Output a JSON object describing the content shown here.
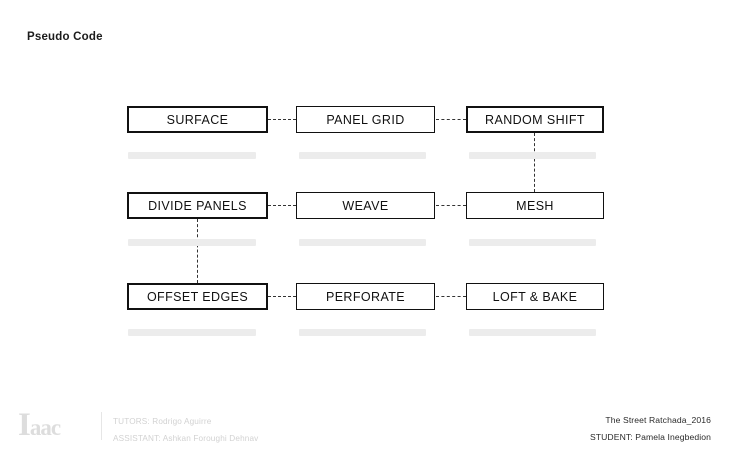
{
  "page": {
    "title": "Pseudo Code",
    "background": "#ffffff",
    "line_color": "#333333",
    "node_border_color": "#111111",
    "ghost_bar_color": "#ececec"
  },
  "diagram": {
    "type": "flow-grid",
    "columns": 3,
    "rows": 3,
    "nodes": [
      {
        "id": "n00",
        "label": "SURFACE",
        "row": 0,
        "col": 0,
        "emphasis": "thick"
      },
      {
        "id": "n01",
        "label": "PANEL GRID",
        "row": 0,
        "col": 1,
        "emphasis": "thin"
      },
      {
        "id": "n02",
        "label": "RANDOM SHIFT",
        "row": 0,
        "col": 2,
        "emphasis": "thick"
      },
      {
        "id": "n10",
        "label": "DIVIDE PANELS",
        "row": 1,
        "col": 0,
        "emphasis": "thick"
      },
      {
        "id": "n11",
        "label": "WEAVE",
        "row": 1,
        "col": 1,
        "emphasis": "thin"
      },
      {
        "id": "n12",
        "label": "MESH",
        "row": 1,
        "col": 2,
        "emphasis": "thin"
      },
      {
        "id": "n20",
        "label": "OFFSET EDGES",
        "row": 2,
        "col": 0,
        "emphasis": "thick"
      },
      {
        "id": "n21",
        "label": "PERFORATE",
        "row": 2,
        "col": 1,
        "emphasis": "thin"
      },
      {
        "id": "n22",
        "label": "LOFT & BAKE",
        "row": 2,
        "col": 2,
        "emphasis": "thin"
      }
    ],
    "connectors": [
      {
        "from": "n00",
        "to": "n01",
        "orientation": "horizontal",
        "style": "dashed"
      },
      {
        "from": "n01",
        "to": "n02",
        "orientation": "horizontal",
        "style": "dashed"
      },
      {
        "from": "n10",
        "to": "n11",
        "orientation": "horizontal",
        "style": "dashed"
      },
      {
        "from": "n11",
        "to": "n12",
        "orientation": "horizontal",
        "style": "dashed"
      },
      {
        "from": "n20",
        "to": "n21",
        "orientation": "horizontal",
        "style": "dashed"
      },
      {
        "from": "n21",
        "to": "n22",
        "orientation": "horizontal",
        "style": "dashed"
      },
      {
        "from": "n02",
        "to": "n12",
        "orientation": "vertical",
        "style": "dashed"
      },
      {
        "from": "n10",
        "to": "n20",
        "orientation": "vertical",
        "style": "dashed"
      }
    ],
    "placeholder_bars": 9
  },
  "footer": {
    "logo": {
      "lead": "I",
      "rest": "aac"
    },
    "tutors_line": "TUTORS: Rodrigo Aguirre",
    "assistant_line": "ASSISTANT: Ashkan Foroughi Dehnav",
    "project_line": "The Street Ratchada_2016",
    "student_line": "STUDENT: Pamela Inegbedion"
  }
}
